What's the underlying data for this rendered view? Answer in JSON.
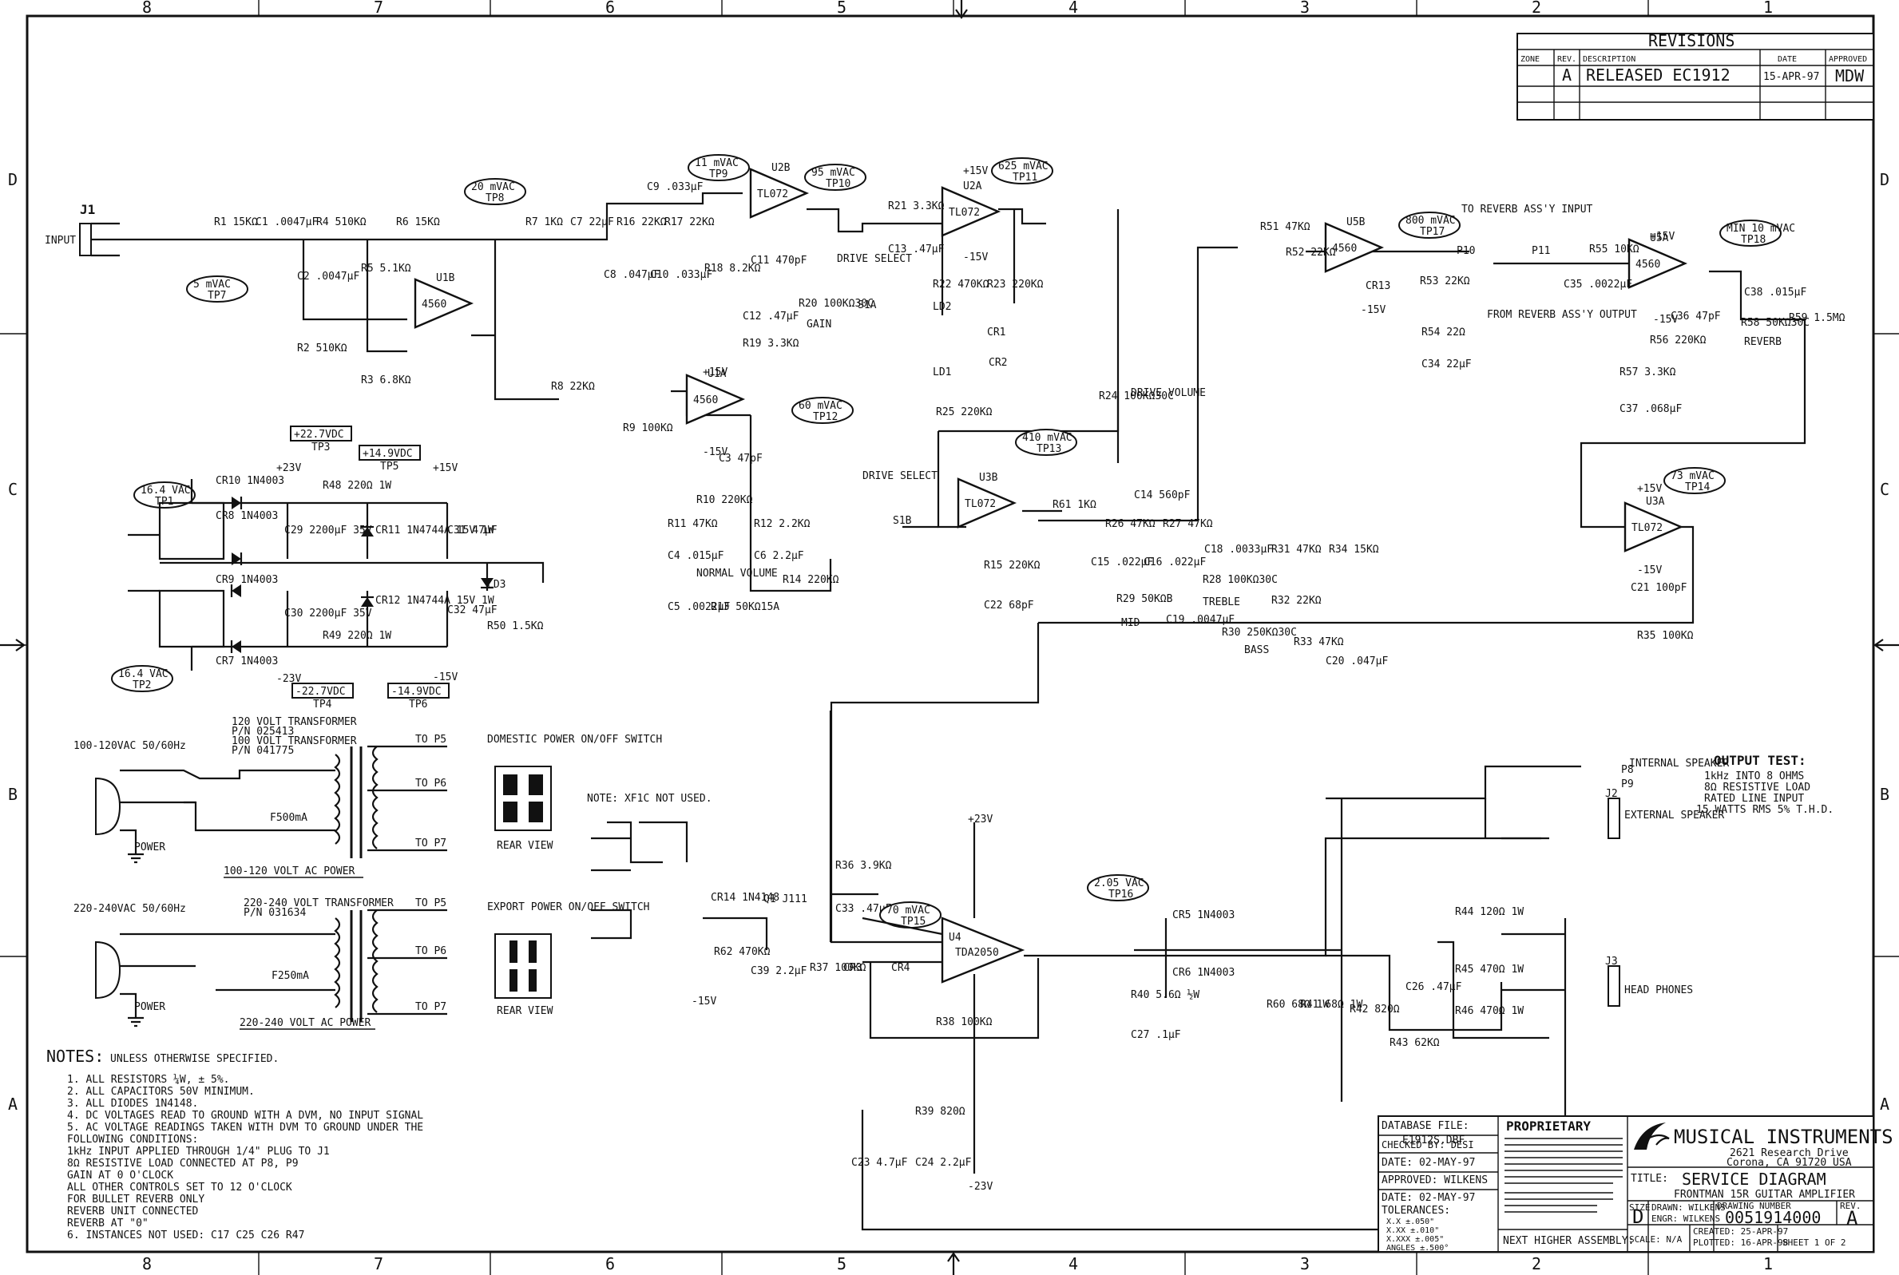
{
  "border": {
    "columns": [
      "8",
      "7",
      "6",
      "5",
      "4",
      "3",
      "2",
      "1"
    ],
    "rows": [
      "D",
      "C",
      "B",
      "A"
    ]
  },
  "revisions": {
    "title": "REVISIONS",
    "headers": [
      "ZONE",
      "REV.",
      "DESCRIPTION",
      "DATE",
      "APPROVED"
    ],
    "row": {
      "rev": "A",
      "description": "RELEASED EC1912",
      "date": "15-APR-97",
      "approved": "MDW"
    }
  },
  "test_points": [
    {
      "value": "5 mVAC",
      "tp": "TP7"
    },
    {
      "value": "20 mVAC",
      "tp": "TP8"
    },
    {
      "value": "11 mVAC",
      "tp": "TP9"
    },
    {
      "value": "95 mVAC",
      "tp": "TP10"
    },
    {
      "value": "625 mVAC",
      "tp": "TP11"
    },
    {
      "value": "60 mVAC",
      "tp": "TP12"
    },
    {
      "value": "410 mVAC",
      "tp": "TP13"
    },
    {
      "value": "800 mVAC",
      "tp": "TP17"
    },
    {
      "value": "MIN 10 mVAC",
      "tp": "TP18"
    },
    {
      "value": "73 mVAC",
      "tp": "TP14"
    },
    {
      "value": "16.4 VAC",
      "tp": "TP1"
    },
    {
      "value": "16.4 VAC",
      "tp": "TP2"
    },
    {
      "value": "70 mVAC",
      "tp": "TP15"
    },
    {
      "value": "2.05 VAC",
      "tp": "TP16"
    }
  ],
  "dc_points": [
    {
      "value": "+22.7VDC",
      "tp": "TP3"
    },
    {
      "value": "+14.9VDC",
      "tp": "TP5"
    },
    {
      "value": "-22.7VDC",
      "tp": "TP4"
    },
    {
      "value": "-14.9VDC",
      "tp": "TP6"
    }
  ],
  "labels": {
    "input": "INPUT",
    "j1": "J1",
    "drive_select": "DRIVE SELECT",
    "s1a": "S1A",
    "drive_select2": "DRIVE SELECT",
    "s1b": "S1B",
    "to_reverb": "TO REVERB ASS'Y INPUT",
    "from_reverb": "FROM REVERB ASS'Y OUTPUT",
    "p10": "P10",
    "p11": "P11",
    "gain": "GAIN",
    "drive_volume": "DRIVE VOLUME",
    "normal_volume": "NORMAL VOLUME",
    "mid": "MID",
    "treble": "TREBLE",
    "bass": "BASS",
    "reverb": "REVERB",
    "internal_speaker": "INTERNAL SPEAKER",
    "external_speaker": "EXTERNAL SPEAKER",
    "head_phones": "HEAD PHONES",
    "j2": "J2",
    "j3": "J3",
    "p8": "P8",
    "p9": "P9",
    "output_test": "OUTPUT TEST:",
    "output_test_lines": [
      "1kHz INTO 8 OHMS",
      "8Ω RESISTIVE LOAD",
      "RATED LINE INPUT",
      "15 WATTS RMS 5% T.H.D."
    ],
    "note_xf1c": "NOTE: XF1C NOT USED.",
    "domestic_switch": "DOMESTIC POWER ON/OFF SWITCH",
    "export_switch": "EXPORT POWER ON/OFF SWITCH",
    "rear_view": "REAR VIEW",
    "v120_title": "100-120 VOLT AC POWER",
    "v240_title": "220-240 VOLT AC POWER",
    "v120_input": "100-120VAC 50/60Hz",
    "v240_input": "220-240VAC 50/60Hz",
    "xfmr120_a": "120 VOLT TRANSFORMER",
    "xfmr120_a_pn": "P/N 025413",
    "xfmr120_b": "100 VOLT TRANSFORMER",
    "xfmr120_b_pn": "P/N 041775",
    "xfmr240": "220-240 VOLT TRANSFORMER",
    "xfmr240_pn": "P/N 031634",
    "fuse120": "F500mA",
    "fuse240": "F250mA",
    "power": "POWER",
    "to_p5": "TO P5",
    "to_p6": "TO P6",
    "to_p7": "TO P7",
    "tda": "TDA2050",
    "u4": "U4"
  },
  "components": {
    "r1": "R1 15KΩ",
    "c1": "C1 .0047µF",
    "c2": "C2 .0047µF",
    "r2": "R2 510KΩ",
    "r4": "R4 510KΩ",
    "r5": "R5 5.1KΩ",
    "r3": "R3 6.8KΩ",
    "r6": "R6 15KΩ",
    "r7": "R7 1KΩ",
    "c7": "C7 22µF",
    "r16": "R16 22KΩ",
    "r17": "R17 22KΩ",
    "c8": "C8 .047µF",
    "c10": "C10 .033µF",
    "c9": "C9 .033µF",
    "r18": "R18 8.2KΩ",
    "c11": "C11 470pF",
    "r20": "R20 100KΩ30C",
    "c12": "C12 .47µF",
    "r19": "R19 3.3KΩ",
    "r8": "R8 22KΩ",
    "r9": "R9 100KΩ",
    "c3": "C3 47pF",
    "r10": "R10 220KΩ",
    "r11": "R11 47KΩ",
    "r12": "R12 2.2KΩ",
    "c4": "C4 .015µF",
    "c6": "C6 2.2µF",
    "r14": "R14 220KΩ",
    "c5": "C5 .0022µF",
    "r13": "R13 50KΩ15A",
    "r21": "R21 3.3KΩ",
    "c13": "C13 .47µF",
    "r22": "R22 470KΩ",
    "r23": "R23 220KΩ",
    "r24": "R24 100KΩ30C",
    "r25": "R25 220KΩ",
    "r15": "R15 220KΩ",
    "c22": "C22 68pF",
    "r51": "R51 47KΩ",
    "r52": "R52 22KΩ",
    "r53": "R53 22KΩ",
    "r54": "R54 22Ω",
    "c34": "C34 22µF",
    "r55": "R55 10KΩ",
    "c35": "C35 .0022µF",
    "r57": "R57 3.3KΩ",
    "c37": "C37 .068µF",
    "r56": "R56 220KΩ",
    "c36": "C36 47pF",
    "c38": "C38 .015µF",
    "r58": "R58 50KΩ30C",
    "r59": "R59 1.5MΩ",
    "r61": "R61 1KΩ",
    "c14": "C14 560pF",
    "r26": "R26 47KΩ",
    "r27": "R27 47KΩ",
    "c15": "C15 .022µF",
    "c16": "C16 .022µF",
    "r29": "R29 50KΩB",
    "c18": "C18 .0033µF",
    "r28": "R28 100KΩ30C",
    "c19": "C19 .0047µF",
    "r30": "R30 250KΩ30C",
    "r31": "R31 47KΩ",
    "r34": "R34 15KΩ",
    "r32": "R32 22KΩ",
    "r33": "R33 47KΩ",
    "c20": "C20 .047µF",
    "c21": "C21 100pF",
    "r35": "R35 100KΩ",
    "cr10": "CR10 1N4003",
    "cr8": "CR8 1N4003",
    "cr9": "CR9 1N4003",
    "cr7": "CR7 1N4003",
    "c29": "C29 2200µF 35V",
    "c30": "C30 2200µF 35V",
    "r48": "R48 220Ω 1W",
    "r49": "R49 220Ω 1W",
    "cr11": "CR11 1N4744A 15V 1W",
    "cr12": "CR12 1N4744A 15V 1W",
    "c31": "C31 47µF",
    "c32": "C32 47µF",
    "ld3": "LD3",
    "r50": "R50 1.5KΩ",
    "cr14": "CR14 1N4148",
    "r62": "R62 470KΩ",
    "c39": "C39 2.2µF",
    "q1": "Q1 J111",
    "r36": "R36 3.9KΩ",
    "c33": "C33 .47µF",
    "r37": "R37 100KΩ",
    "cr3": "CR3",
    "cr4": "CR4",
    "r38": "R38 100KΩ",
    "r39": "R39 820Ω",
    "c23": "C23 4.7µF",
    "c24": "C24 2.2µF",
    "r40": "R40 5.6Ω ½W",
    "c27": "C27 .1µF",
    "cr5": "CR5 1N4003",
    "cr6": "CR6 1N4003",
    "r60": "R60 68Ω 1W",
    "r41": "R41 68Ω 1W",
    "r42": "R42 820Ω",
    "r43": "R43 62KΩ",
    "c26": "C26 .47µF",
    "r44": "R44 120Ω 1W",
    "r45": "R45 470Ω 1W",
    "r46": "R46 470Ω 1W",
    "ld1": "LD1",
    "ld2": "LD2",
    "cr1": "CR1",
    "cr2": "CR2",
    "cr13": "CR13"
  },
  "opamps": [
    {
      "ref": "U1B",
      "part": "4560"
    },
    {
      "ref": "U2B",
      "part": "TL072"
    },
    {
      "ref": "U1A",
      "part": "4560"
    },
    {
      "ref": "U2A",
      "part": "TL072"
    },
    {
      "ref": "U3B",
      "part": "TL072"
    },
    {
      "ref": "U5B",
      "part": "4560"
    },
    {
      "ref": "U5A",
      "part": "4560"
    },
    {
      "ref": "U3A",
      "part": "TL072"
    }
  ],
  "rails": {
    "p15": "+15V",
    "m15": "-15V",
    "p23": "+23V",
    "m23": "-23V"
  },
  "notes": {
    "heading": "NOTES:",
    "heading_sub": "UNLESS OTHERWISE SPECIFIED.",
    "items": [
      "1. ALL RESISTORS ¼W, ± 5%.",
      "2. ALL CAPACITORS 50V MINIMUM.",
      "3. ALL DIODES 1N4148.",
      "4. DC VOLTAGES READ TO GROUND WITH A DVM, NO INPUT SIGNAL",
      "5. AC VOLTAGE READINGS TAKEN WITH DVM TO GROUND UNDER THE",
      "   FOLLOWING CONDITIONS:",
      "   1kHz INPUT APPLIED THROUGH 1/4\" PLUG TO J1",
      "   8Ω RESISTIVE LOAD CONNECTED AT P8, P9",
      "   GAIN AT 0 O'CLOCK",
      "   ALL OTHER CONTROLS SET TO 12 O'CLOCK",
      " FOR BULLET REVERB ONLY",
      "   REVERB UNIT CONNECTED",
      "   REVERB AT \"0\"",
      "6. INSTANCES NOT USED: C17 C25 C26 R47"
    ]
  },
  "title_block": {
    "database_file_label": "DATABASE FILE:",
    "database_file": "E1912S.DBF",
    "checked_by": "CHECKED BY: DESI",
    "date1": "DATE: 02-MAY-97",
    "approved": "APPROVED: WILKENS",
    "date2": "DATE: 02-MAY-97",
    "tolerances": "TOLERANCES:",
    "tol_rows": [
      "X.X ±.050\"",
      "X.XX ±.010\"",
      "X.XXX ±.005\"",
      "ANGLES ±.500°"
    ],
    "proprietary": "PROPRIETARY",
    "next_assembly": "NEXT HIGHER ASSEMBLY:",
    "company": "MUSICAL INSTRUMENTS",
    "address1": "2621 Research Drive",
    "address2": "Corona, CA 91720 USA",
    "title_label": "TITLE:",
    "title1": "SERVICE DIAGRAM",
    "title2": "FRONTMAN 15R GUITAR AMPLIFIER",
    "size_label": "SIZE",
    "size": "D",
    "drawn": "DRAWN: WILKENS",
    "engr": "ENGR: WILKENS",
    "drawing_number_label": "DRAWING NUMBER",
    "drawing_number": "0051914000",
    "rev_label": "REV.",
    "rev": "A",
    "created": "CREATED: 25-APR-97",
    "plotted": "PLOTTED: 16-APR-98",
    "scale": "SCALE: N/A",
    "sheet": "SHEET 1 OF 2"
  }
}
